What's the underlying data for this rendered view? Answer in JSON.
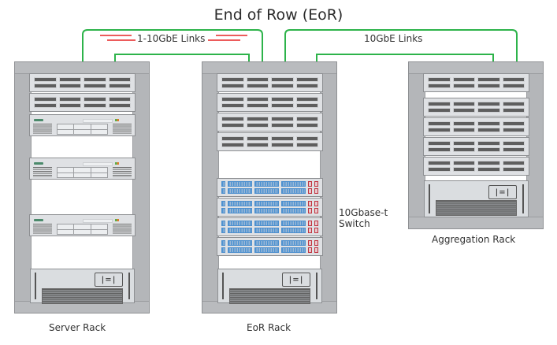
{
  "title": "End of Row (EoR)",
  "links": {
    "left_label": "1-10GbE Links",
    "right_label": "10GbE Links",
    "link_color": "#2db34a",
    "accent_color": "#e52525"
  },
  "racks": [
    {
      "name": "Server Rack",
      "units": [
        "blade-chassis",
        "blade-chassis",
        "server",
        "server",
        "server",
        "power-supply"
      ]
    },
    {
      "name": "EoR Rack",
      "units": [
        "blade-chassis",
        "blade-chassis",
        "blade-chassis",
        "blade-chassis",
        "switch",
        "switch",
        "switch",
        "switch",
        "power-supply"
      ]
    },
    {
      "name": "Aggregation Rack",
      "units": [
        "blade-chassis",
        "blade-chassis",
        "blade-chassis",
        "blade-chassis",
        "blade-chassis",
        "power-supply"
      ]
    }
  ],
  "switch_label_line1": "10Gbase-t",
  "switch_label_line2": "Switch",
  "psu_glyph": "|=|"
}
